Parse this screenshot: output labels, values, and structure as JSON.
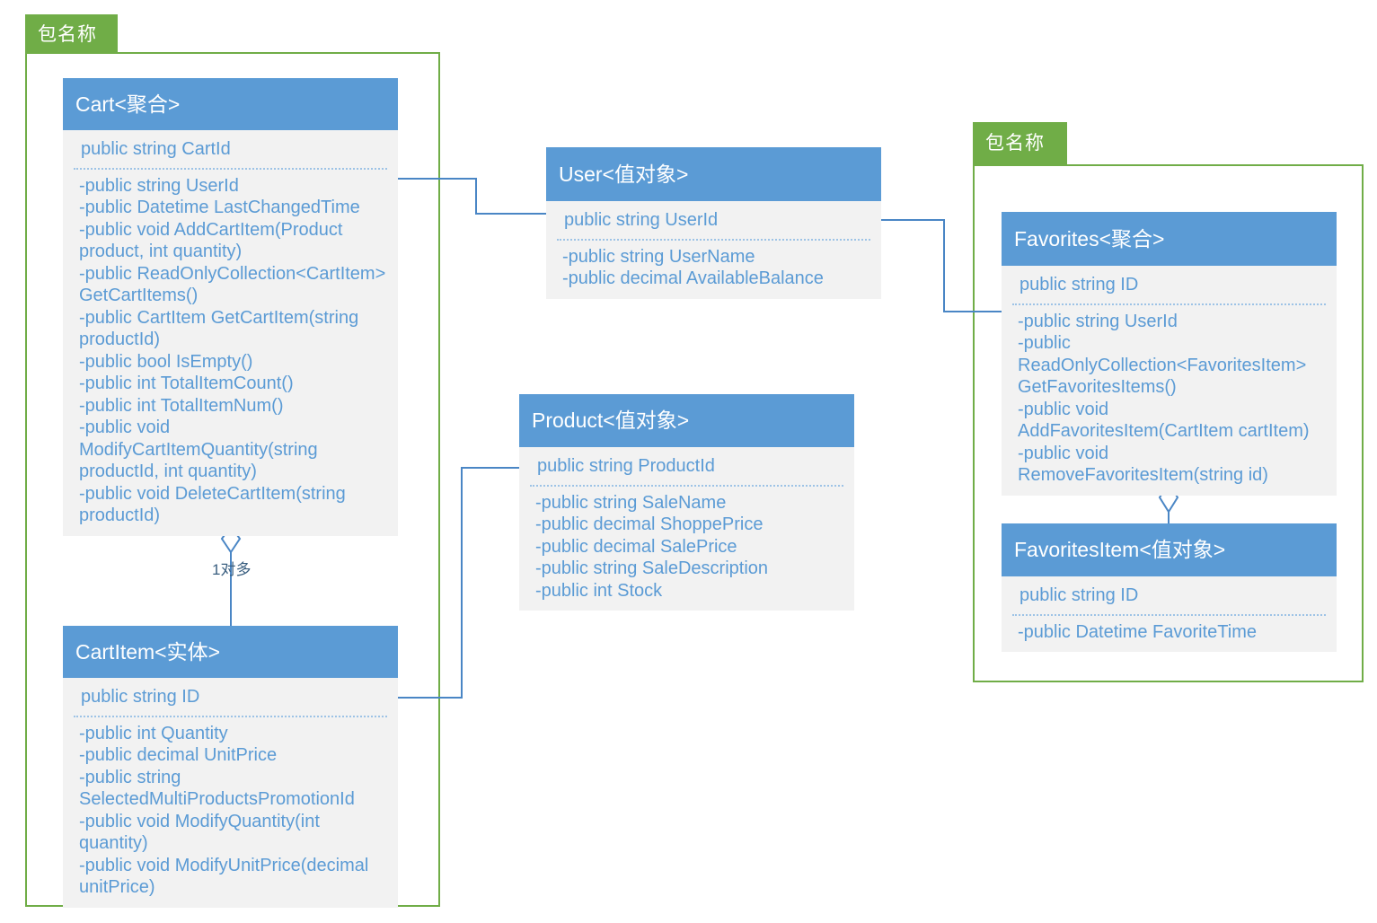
{
  "diagram": {
    "title": "UML Class Diagram",
    "colors": {
      "header_blue": "#5B9BD5",
      "body_grey": "#F2F2F2",
      "package_green": "#70AD47",
      "text_blue": "#5B9BD5",
      "connector_blue": "#4A86C5"
    }
  },
  "packages": [
    {
      "id": "left-package",
      "label": "包名称"
    },
    {
      "id": "right-package",
      "label": "包名称"
    }
  ],
  "classes": {
    "cart": {
      "name": "Cart<聚合>",
      "attributes": [
        "public string CartId"
      ],
      "operations": [
        "-public string UserId",
        "-public Datetime LastChangedTime",
        "-public void AddCartItem(Product product, int quantity)",
        "-public ReadOnlyCollection<CartItem> GetCartItems()",
        "-public CartItem GetCartItem(string productId)",
        "-public bool IsEmpty()",
        "-public int TotalItemCount()",
        "-public int TotalItemNum()",
        "-public void ModifyCartItemQuantity(string productId, int quantity)",
        "-public void DeleteCartItem(string productId)"
      ]
    },
    "cartitem": {
      "name": "CartItem<实体>",
      "attributes": [
        "public string ID"
      ],
      "operations": [
        "-public int Quantity",
        "-public decimal UnitPrice",
        "-public string SelectedMultiProductsPromotionId",
        "-public void ModifyQuantity(int quantity)",
        "-public void ModifyUnitPrice(decimal unitPrice)"
      ]
    },
    "user": {
      "name": "User<值对象>",
      "attributes": [
        "public string UserId"
      ],
      "operations": [
        "-public string UserName",
        "-public decimal AvailableBalance"
      ]
    },
    "product": {
      "name": "Product<值对象>",
      "attributes": [
        "public string ProductId"
      ],
      "operations": [
        "-public string SaleName",
        "-public decimal ShoppePrice",
        "-public decimal SalePrice",
        "-public string SaleDescription",
        "-public int Stock"
      ]
    },
    "favorites": {
      "name": "Favorites<聚合>",
      "attributes": [
        "public string ID"
      ],
      "operations": [
        "-public string UserId",
        "-public ReadOnlyCollection<FavoritesItem> GetFavoritesItems()",
        "-public void AddFavoritesItem(CartItem cartItem)",
        "-public void RemoveFavoritesItem(string id)"
      ]
    },
    "favoritesitem": {
      "name": "FavoritesItem<值对象>",
      "attributes": [
        "public string ID"
      ],
      "operations": [
        "-public Datetime FavoriteTime"
      ]
    }
  },
  "relationships": [
    {
      "id": "cart-cartitem",
      "from": "Cart",
      "to": "CartItem",
      "type": "aggregation",
      "label": "1对多"
    },
    {
      "id": "cart-user",
      "from": "Cart",
      "to": "User",
      "type": "association",
      "label": ""
    },
    {
      "id": "user-favorites",
      "from": "User",
      "to": "Favorites",
      "type": "association",
      "label": ""
    },
    {
      "id": "cartitem-product",
      "from": "CartItem",
      "to": "Product",
      "type": "association",
      "label": ""
    },
    {
      "id": "favorites-favoritesitem",
      "from": "Favorites",
      "to": "FavoritesItem",
      "type": "aggregation",
      "label": ""
    }
  ]
}
